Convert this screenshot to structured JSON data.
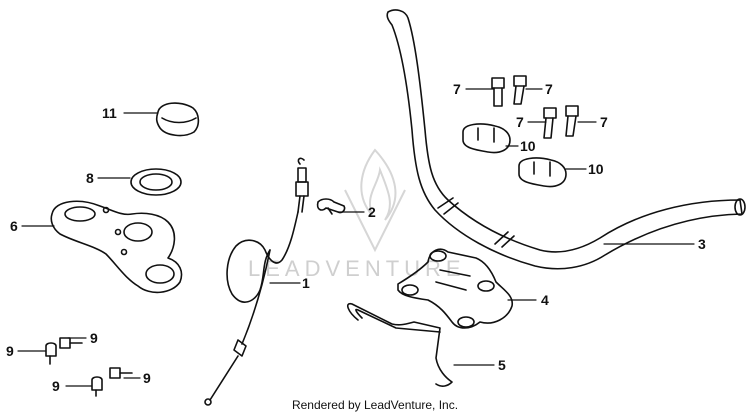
{
  "watermark": "LEADVENTURE",
  "credit": "Rendered by LeadVenture, Inc.",
  "callouts": {
    "c1": "1",
    "c2": "2",
    "c3": "3",
    "c4": "4",
    "c5": "5",
    "c6": "6",
    "c7a": "7",
    "c7b": "7",
    "c7c": "7",
    "c7d": "7",
    "c8": "8",
    "c9a": "9",
    "c9b": "9",
    "c9c": "9",
    "c9d": "9",
    "c10a": "10",
    "c10b": "10",
    "c11": "11"
  },
  "colors": {
    "line": "#111111",
    "watermark": "#d0d0d0",
    "background": "#ffffff"
  }
}
